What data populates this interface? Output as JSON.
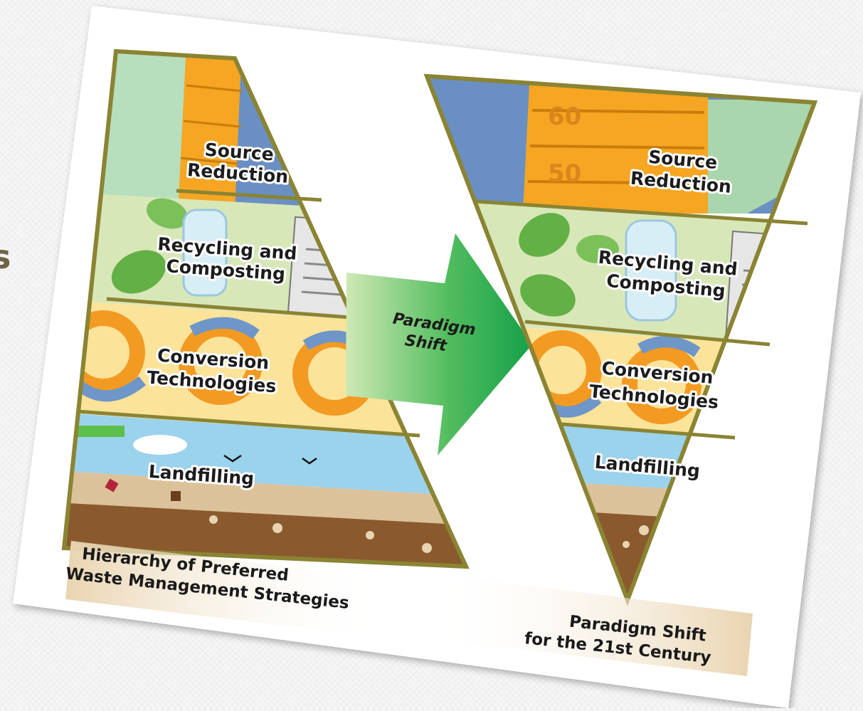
{
  "slide": {
    "edge_letter": "s"
  },
  "left_pyramid": {
    "layers": [
      {
        "lines": [
          "Source",
          "Reduction"
        ]
      },
      {
        "lines": [
          "Recycling and",
          "Composting"
        ]
      },
      {
        "lines": [
          "Conversion",
          "Technologies"
        ]
      },
      {
        "lines": [
          "Landfilling"
        ]
      }
    ],
    "caption_lines": [
      "Hierarchy of Preferred",
      "Waste Management Strategies"
    ]
  },
  "arrow": {
    "lines": [
      "Paradigm",
      "Shift"
    ]
  },
  "right_pyramid": {
    "layers": [
      {
        "lines": [
          "Source",
          "Reduction"
        ]
      },
      {
        "lines": [
          "Recycling and",
          "Composting"
        ]
      },
      {
        "lines": [
          "Conversion",
          "Technologies"
        ]
      },
      {
        "lines": [
          "Landfilling"
        ]
      }
    ],
    "caption_lines": [
      "Paradigm Shift",
      "for the 21st Century"
    ]
  },
  "colors": {
    "border": "#8a8433",
    "sky": "#9bd2ec",
    "soil": "#dcc29a",
    "dirt": "#8a5a2e",
    "recycle_band": "#d8e7b8",
    "conversion_band": "#fbe39a",
    "ruler": "#f6a623",
    "blue_panel": "#6a8fc2",
    "green_panel": "#a9d6ac",
    "arrow_light": "#cfe9b5",
    "arrow_dark": "#15a04a"
  }
}
